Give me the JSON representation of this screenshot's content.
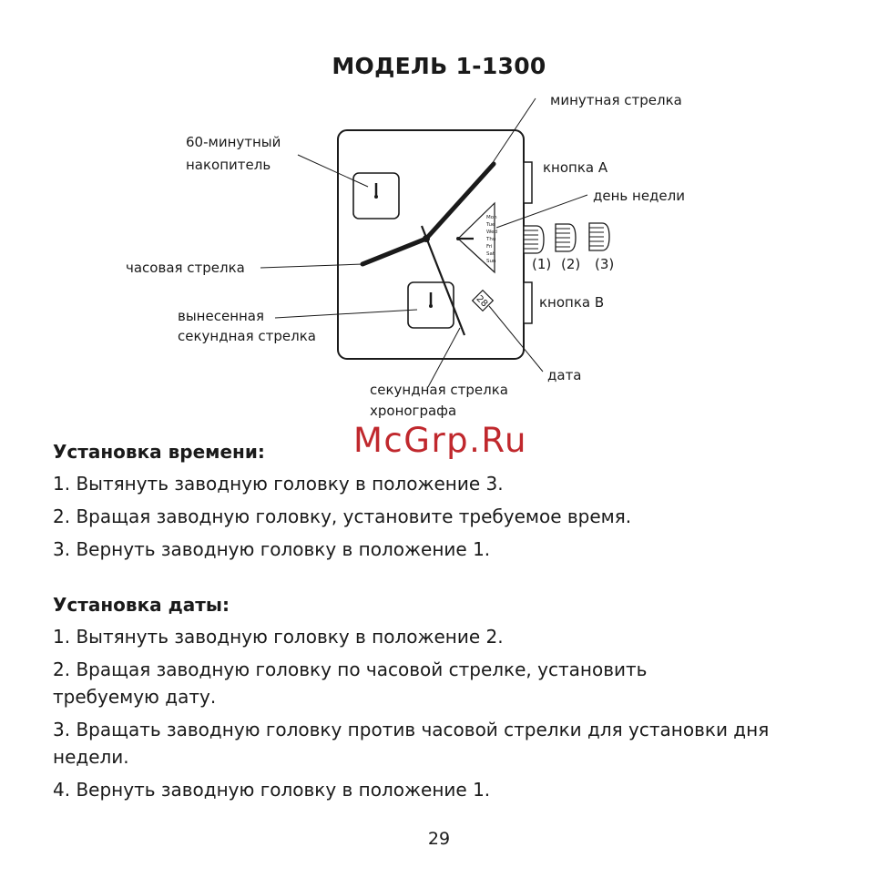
{
  "title": "МОДЕЛЬ 1-1300",
  "labels": {
    "minute_hand": "минутная стрелка",
    "accumulator_line1": "60-минутный",
    "accumulator_line2": "накопитель",
    "button_a": "кнопка А",
    "weekday": "день недели",
    "hour_hand": "часовая стрелка",
    "sub_seconds_line1": "вынесенная",
    "sub_seconds_line2": "секундная стрелка",
    "button_b": "кнопка В",
    "date": "дата",
    "chrono_seconds_line1": "секундная стрелка",
    "chrono_seconds_line2": "хронографа",
    "crown_pos1": "(1)",
    "crown_pos2": "(2)",
    "crown_pos3": "(3)",
    "date_value": "28"
  },
  "weekdays": [
    "Mon",
    "Tue",
    "Wed",
    "Thu",
    "Fri",
    "Sat",
    "Sun"
  ],
  "watermark": "McGrp.Ru",
  "time_setting": {
    "heading": "Установка времени:",
    "steps": [
      "1. Вытянуть заводную головку в положение 3.",
      "2. Вращая заводную головку, установите требуемое время.",
      "3. Вернуть заводную головку в положение 1."
    ]
  },
  "date_setting": {
    "heading": "Установка даты:",
    "steps": [
      "1. Вытянуть заводную головку в положение 2.",
      "2. Вращая заводную головку по часовой стрелке, установить требуемую дату.",
      "3. Вращать заводную головку против часовой стрелки для установки дня недели.",
      "4. Вернуть заводную головку в положение 1."
    ]
  },
  "page_number": "29"
}
